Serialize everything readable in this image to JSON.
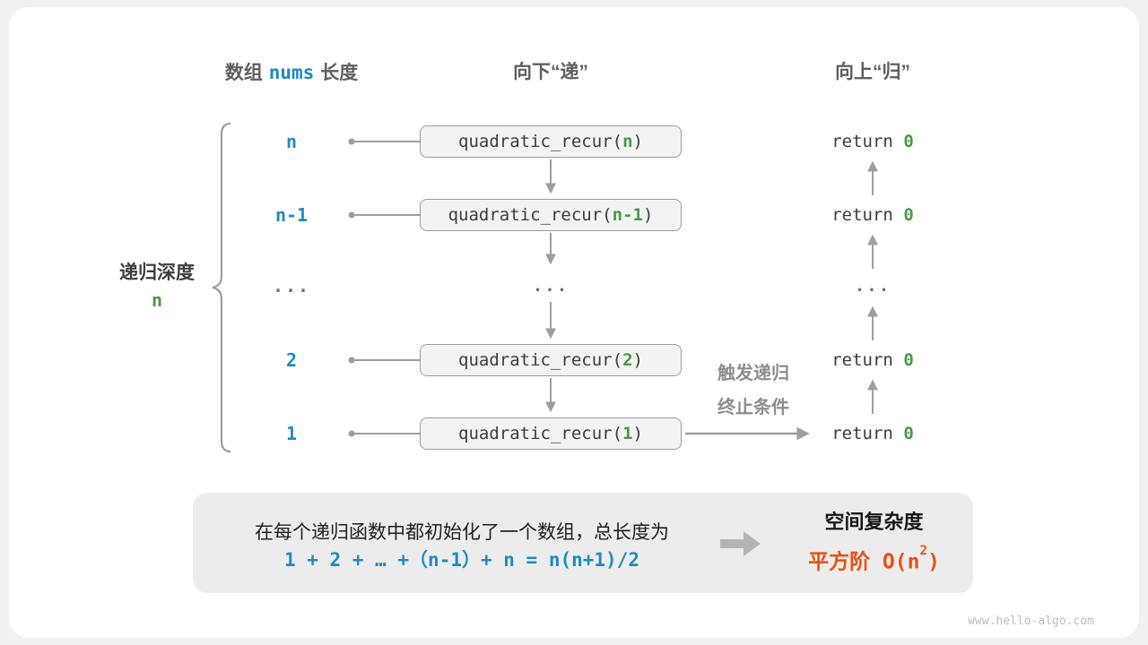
{
  "colors": {
    "accent_blue": "#1d8bc4",
    "green": "#479a45",
    "orange": "#eb4f12",
    "arrow_gray": "#9e9e9e",
    "header_gray": "#5f5f5f"
  },
  "headers": {
    "col1_pre": "数组",
    "col1_code": "nums",
    "col1_post": "长度",
    "col2": "向下“递”",
    "col3": "向上“归”"
  },
  "depth": {
    "label": "递归深度",
    "value": "n"
  },
  "rows": [
    {
      "length": "n",
      "fn": "quadratic_recur(",
      "arg": "n",
      "close": ")",
      "ret": "return ",
      "ret_val": "0"
    },
    {
      "length": "n-1",
      "fn": "quadratic_recur(",
      "arg": "n-1",
      "close": ")",
      "ret": "return ",
      "ret_val": "0"
    },
    {
      "length": "...",
      "mid": "...",
      "ret_dots": "..."
    },
    {
      "length": "2",
      "fn": "quadratic_recur(",
      "arg": "2",
      "close": ")",
      "ret": "return ",
      "ret_val": "0"
    },
    {
      "length": "1",
      "fn": "quadratic_recur(",
      "arg": "1",
      "close": ")",
      "ret": "return ",
      "ret_val": "0"
    }
  ],
  "terminate": {
    "line1": "触发递归",
    "line2": "终止条件"
  },
  "summary": {
    "description": "在每个递归函数中都初始化了一个数组，总长度为",
    "formula": "1 + 2 + … +（n-1）+ n = n(n+1)/2",
    "result_title": "空间复杂度",
    "result_pre": "平方阶 O(n",
    "result_sup": "2",
    "result_post": ")"
  },
  "watermark": "www.hello-algo.com"
}
